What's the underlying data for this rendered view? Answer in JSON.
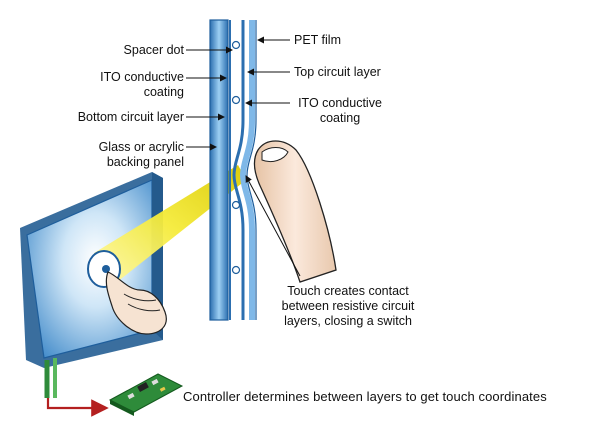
{
  "labels": {
    "spacer_dot": "Spacer dot",
    "ito_left_1": "ITO conductive",
    "ito_left_2": "coating",
    "bottom_layer": "Bottom circuit layer",
    "glass_1": "Glass or acrylic",
    "glass_2": "backing panel",
    "pet_film": "PET film",
    "top_layer": "Top circuit layer",
    "ito_right_1": "ITO conductive",
    "ito_right_2": "coating",
    "touch_1": "Touch creates contact",
    "touch_2": "between resistive circuit",
    "touch_3": "layers, closing a switch",
    "controller_caption": "Controller determines between layers to get touch coordinates"
  },
  "colors": {
    "glass_blue": "#7fb8e8",
    "glass_dark": "#1e5e9c",
    "beam_yellow": "#f2e600",
    "board_green": "#2e8b3a",
    "arrow_red": "#b42020",
    "skin": "#f3d9c2"
  }
}
